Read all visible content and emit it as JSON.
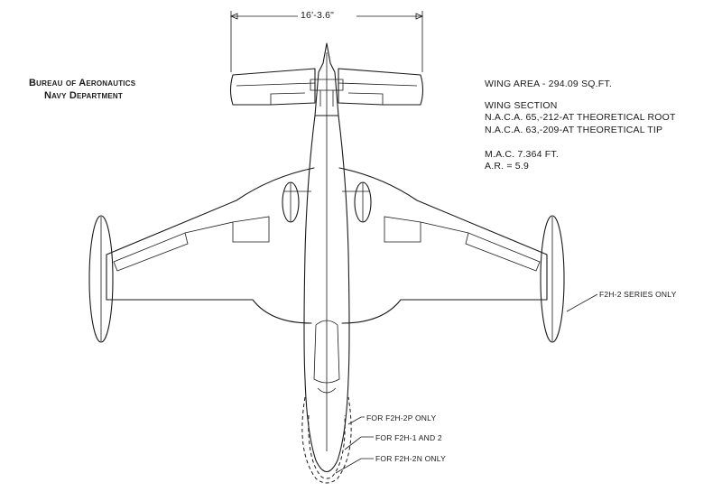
{
  "header": {
    "bureau": "Bureau of Aeronautics",
    "department": "Navy Department"
  },
  "dimension": {
    "span": "16'-3.6\""
  },
  "specs": {
    "wing_area": "WING AREA - 294.09 SQ.FT.",
    "wing_section_title": "WING SECTION",
    "root_section": "N.A.C.A. 65,-212-AT THEORETICAL ROOT",
    "tip_section": "N.A.C.A. 63,-209-AT THEORETICAL TIP",
    "mac": "M.A.C. 7.364 FT.",
    "aspect_ratio": "A.R. = 5.9"
  },
  "callouts": {
    "tip_tanks": "F2H-2 SERIES ONLY",
    "nose_2p": "FOR F2H-2P ONLY",
    "nose_1_2": "FOR F2H-1 AND 2",
    "nose_2n": "FOR F2H-2N ONLY"
  }
}
